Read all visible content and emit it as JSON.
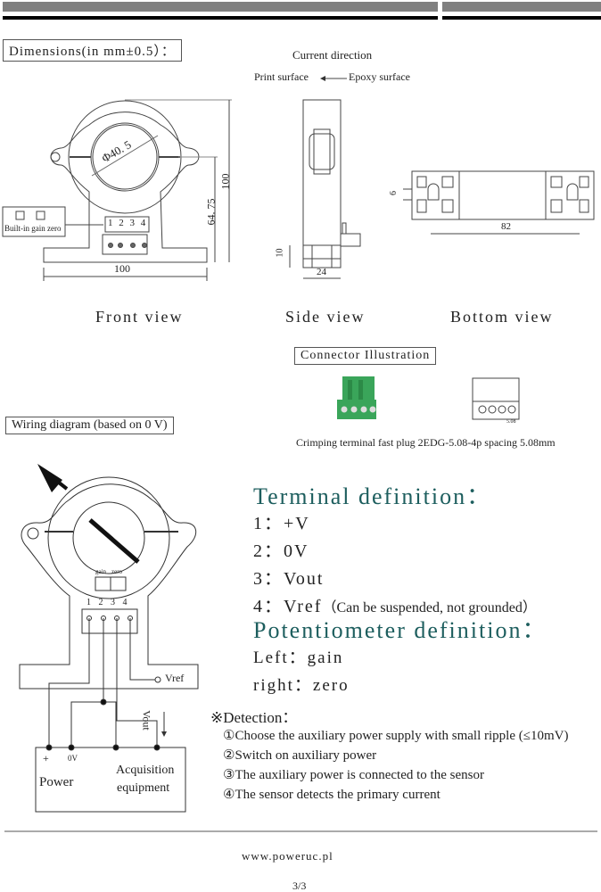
{
  "header": {
    "bar_color": "#808080",
    "rule_color": "#000000"
  },
  "dimensions": {
    "title": "Dimensions(in mm±0.5）：",
    "current_direction": "Current direction",
    "print_surface": "Print surface",
    "epoxy_surface": "Epoxy surface",
    "front": {
      "diameter": "Φ40. 5",
      "height": "100",
      "center_height": "64. 75",
      "width": "100",
      "pins": [
        "1",
        "2",
        "3",
        "4"
      ],
      "pot_label": "Built-in gain zero"
    },
    "side": {
      "height": "10",
      "width": "24"
    },
    "bottom": {
      "height": "6",
      "width": "82"
    },
    "views": [
      "Front view",
      "Side view",
      "Bottom view"
    ]
  },
  "connector": {
    "title": "Connector Illustration",
    "caption": "Crimping terminal fast plug  2EDG-5.08-4p spacing 5.08mm",
    "spacing": "5.08",
    "green": "#3aa55a"
  },
  "wiring": {
    "title": "Wiring diagram (based on 0 V)",
    "pot_labels": [
      "gain",
      "zero"
    ],
    "pins": [
      "1",
      "2",
      "3",
      "4"
    ],
    "vref": "Vref",
    "vout": "Vout",
    "plus": "+",
    "zero_v": "0V",
    "power": "Power",
    "acq1": "Acquisition",
    "acq2": "equipment"
  },
  "terminal": {
    "title": "Terminal definition：",
    "items": [
      "1：+V",
      "2：0V",
      "3：Vout",
      "4：Vref"
    ],
    "note": "（Can be suspended, not grounded）",
    "color": "#1d5e5e"
  },
  "potentiometer": {
    "title": "Potentiometer definition：",
    "items": [
      "Left：gain",
      "right：zero"
    ]
  },
  "detection": {
    "title": "※Detection：",
    "items": [
      "①Choose the auxiliary power supply with small ripple (≤10mV)",
      "②Switch on auxiliary power",
      "③The auxiliary power is connected to the sensor",
      "④The sensor detects the primary current"
    ]
  },
  "footer": {
    "url": "www.poweruc.pl",
    "page": "3/3"
  }
}
